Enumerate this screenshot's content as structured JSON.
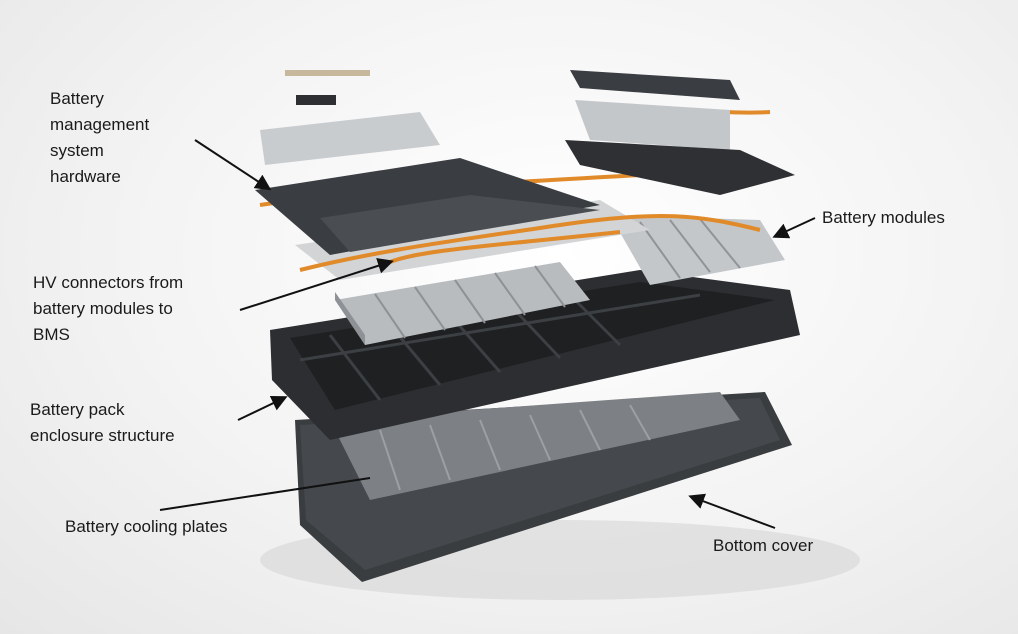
{
  "labels": {
    "bms": [
      "Battery",
      "management",
      "system",
      "hardware"
    ],
    "modules": "Battery modules",
    "hv": [
      "HV connectors from",
      "battery modules to",
      "BMS"
    ],
    "enclosure": [
      "Battery pack",
      "enclosure structure"
    ],
    "cooling": "Battery cooling plates",
    "bottom": "Bottom cover"
  },
  "colors": {
    "cable": "#e08a2a",
    "frame": "#2c2e31",
    "module": "#b9bcbf",
    "cover": "#3a3d40"
  }
}
